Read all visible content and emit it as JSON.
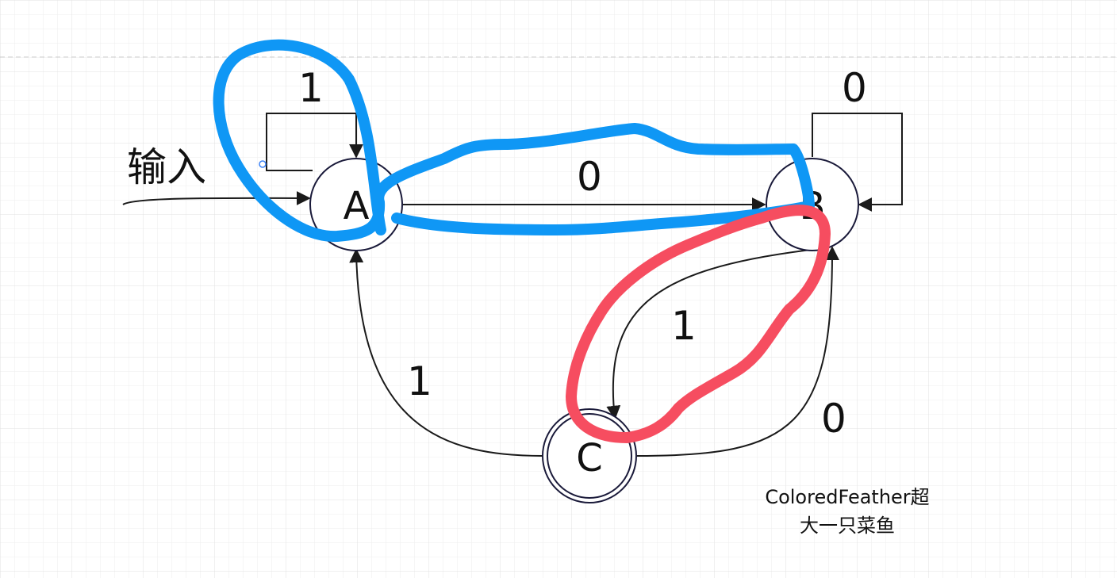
{
  "diagram": {
    "input_label": "输入",
    "states": [
      {
        "id": "A",
        "label": "A",
        "accepting": false
      },
      {
        "id": "B",
        "label": "B",
        "accepting": false
      },
      {
        "id": "C",
        "label": "C",
        "accepting": true
      }
    ],
    "transitions": [
      {
        "from": "A",
        "to": "A",
        "label": "1"
      },
      {
        "from": "A",
        "to": "B",
        "label": "0"
      },
      {
        "from": "B",
        "to": "B",
        "label": "0"
      },
      {
        "from": "B",
        "to": "C",
        "label": "1"
      },
      {
        "from": "C",
        "to": "A",
        "label": "1"
      },
      {
        "from": "C",
        "to": "B",
        "label": "0"
      }
    ],
    "highlights": [
      {
        "name": "blue-annotation",
        "color": "#0f97f5"
      },
      {
        "name": "red-annotation",
        "color": "#f64d60"
      }
    ],
    "colors": {
      "edge": "#1a1a1a",
      "node_stroke": "#1a1a3a",
      "grid": "#e6e6e6"
    }
  },
  "watermark": {
    "line1": "ColoredFeather超",
    "line2": "大一只菜鱼"
  }
}
